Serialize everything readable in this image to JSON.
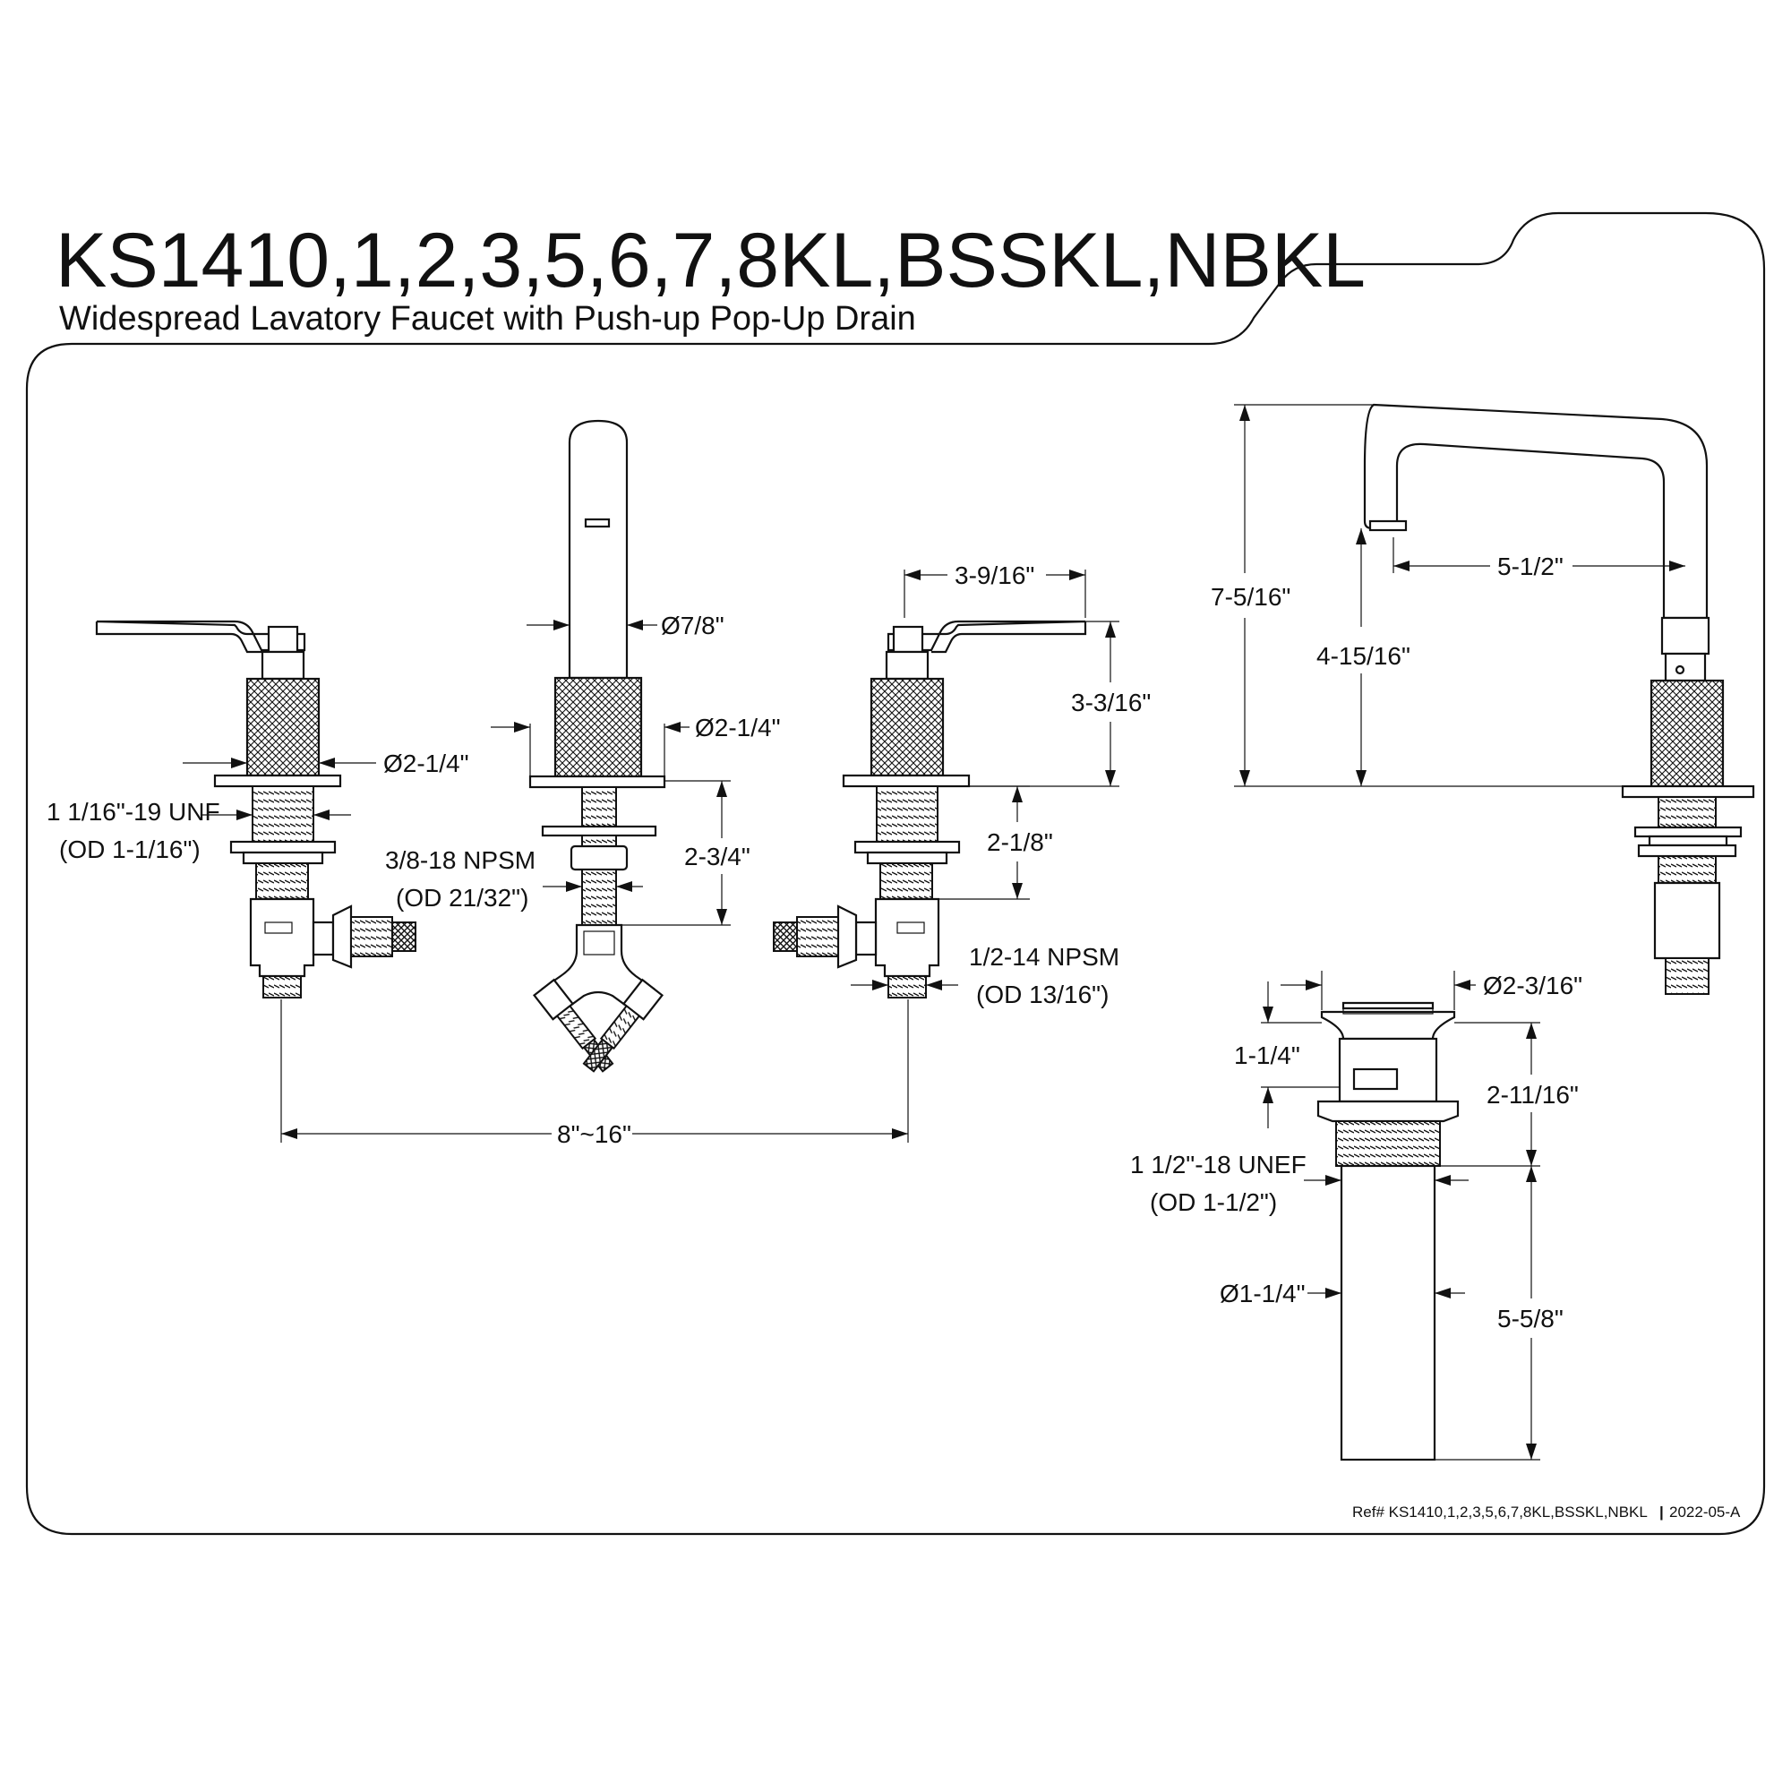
{
  "header": {
    "title": "KS1410,1,2,3,5,6,7,8KL,BSSKL,NBKL",
    "subtitle": "Widespread Lavatory Faucet with Push-up Pop-Up Drain"
  },
  "front_view": {
    "handle_left": {
      "body_diameter": "Ø2-1/4\"",
      "thread": "1 1/16\"-19 UNF",
      "thread_od": "(OD 1-1/16\")"
    },
    "spout": {
      "spout_diameter": "Ø7/8\"",
      "base_diameter": "Ø2-1/4\"",
      "shank_length": "2-3/4\"",
      "thread": "3/8-18 NPSM",
      "thread_od": "(OD 21/32\")"
    },
    "handle_right": {
      "lever_reach": "3-9/16\"",
      "height": "3-3/16\"",
      "shank_length": "2-1/8\"",
      "thread": "1/2-14 NPSM",
      "thread_od": "(OD 13/16\")"
    },
    "spread": "8\"~16\""
  },
  "side_view": {
    "total_height": "7-5/16\"",
    "spout_height": "4-15/16\"",
    "spout_reach": "5-1/2\""
  },
  "drain": {
    "flange_diameter": "Ø2-3/16\"",
    "flange_height": "1-1/4\"",
    "body_height": "2-11/16\"",
    "thread": "1 1/2\"-18 UNEF",
    "thread_od": "(OD 1-1/2\")",
    "tailpiece_diameter": "Ø1-1/4\"",
    "tailpiece_length": "5-5/8\""
  },
  "footer": {
    "ref": "Ref# KS1410,1,2,3,5,6,7,8KL,BSSKL,NBKL",
    "revision": "2022-05-A"
  }
}
